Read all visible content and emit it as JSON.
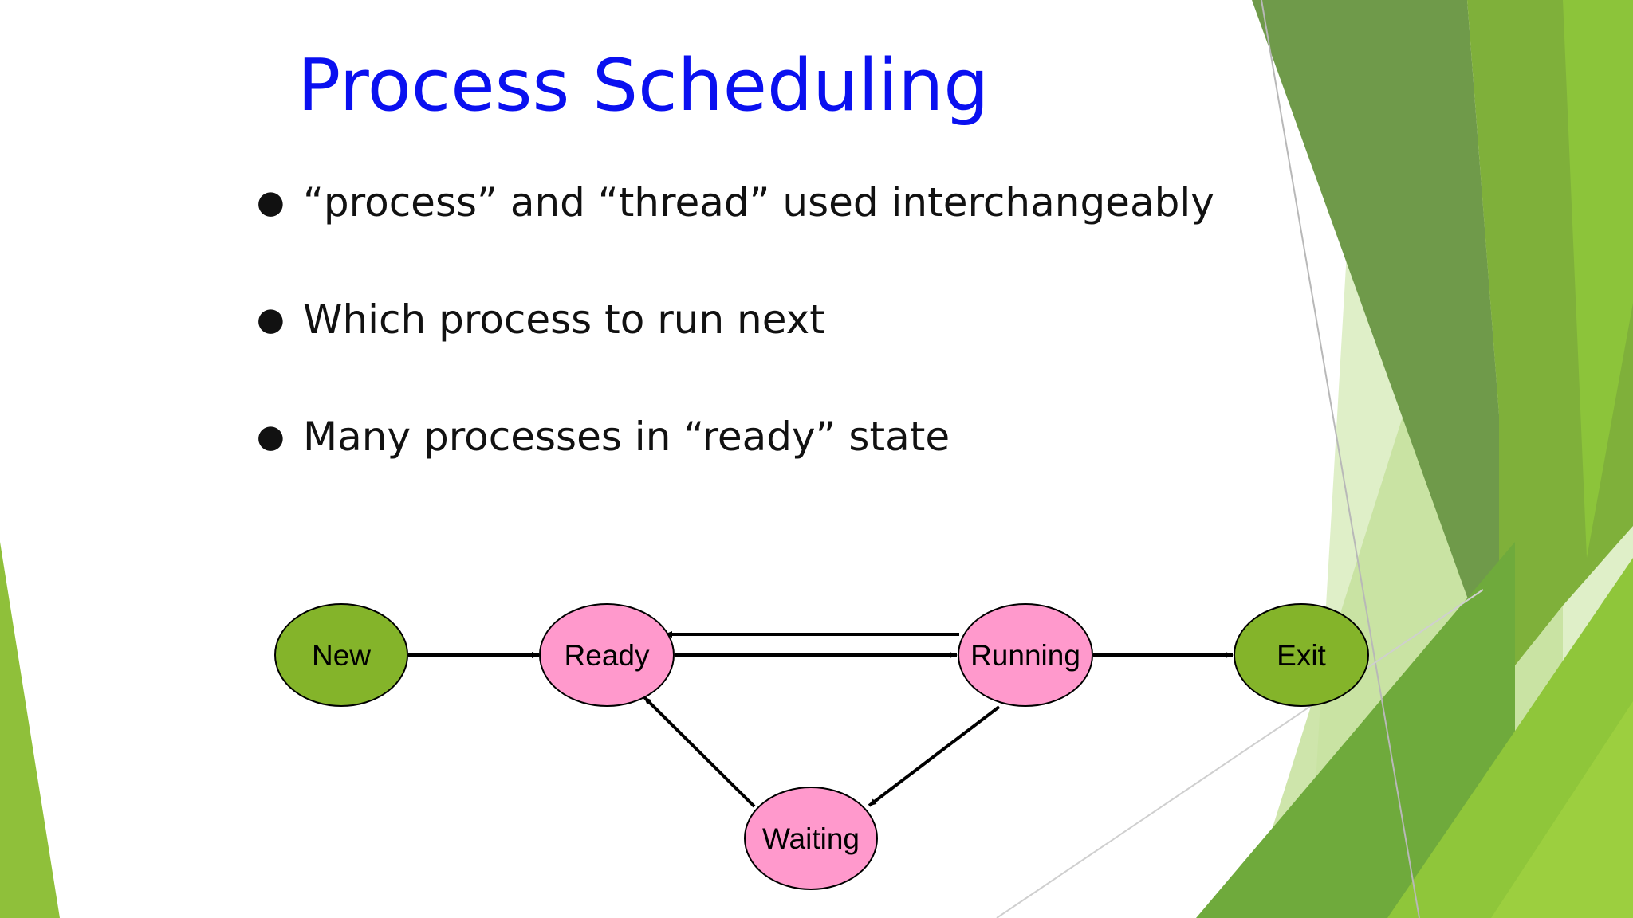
{
  "slide": {
    "title": "Process Scheduling",
    "bullets": [
      "“process” and “thread” used interchangeably",
      "Which process to run next",
      "Many processes in “ready” state"
    ]
  },
  "diagram": {
    "nodes": [
      {
        "id": "new",
        "label": "New",
        "color": "#84b42a"
      },
      {
        "id": "ready",
        "label": "Ready",
        "color": "#ff99cc"
      },
      {
        "id": "running",
        "label": "Running",
        "color": "#ff99cc"
      },
      {
        "id": "exit",
        "label": "Exit",
        "color": "#84b42a"
      },
      {
        "id": "waiting",
        "label": "Waiting",
        "color": "#ff99cc"
      }
    ],
    "edges": [
      {
        "from": "new",
        "to": "ready"
      },
      {
        "from": "ready",
        "to": "running"
      },
      {
        "from": "running",
        "to": "ready"
      },
      {
        "from": "running",
        "to": "exit"
      },
      {
        "from": "running",
        "to": "waiting"
      },
      {
        "from": "waiting",
        "to": "ready"
      }
    ]
  },
  "colors": {
    "title": "#0a10f0",
    "text": "#111111",
    "accent_green": "#84b42a",
    "state_pink": "#ff99cc"
  }
}
